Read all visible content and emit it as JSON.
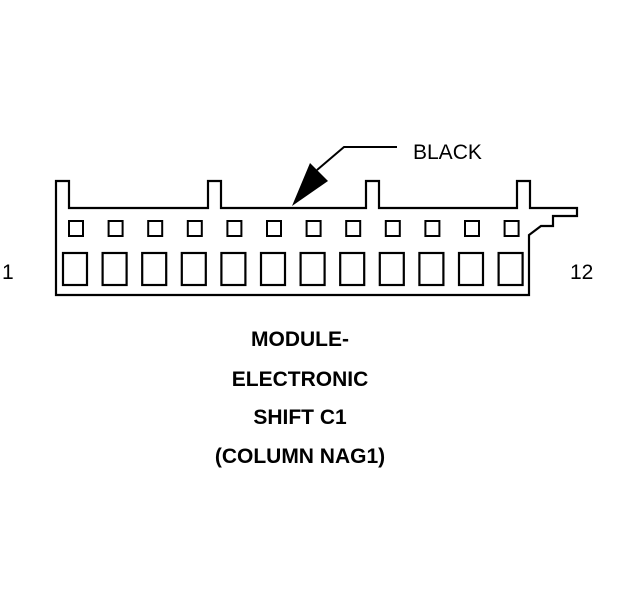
{
  "connector": {
    "color_label": "BLACK",
    "pin_first": "1",
    "pin_last": "12",
    "pin_count": 12,
    "title_lines": [
      "MODULE-",
      "ELECTRONIC",
      "SHIFT C1",
      "(COLUMN NAG1)"
    ]
  },
  "colors": {
    "line": "#000000",
    "background": "#ffffff"
  }
}
